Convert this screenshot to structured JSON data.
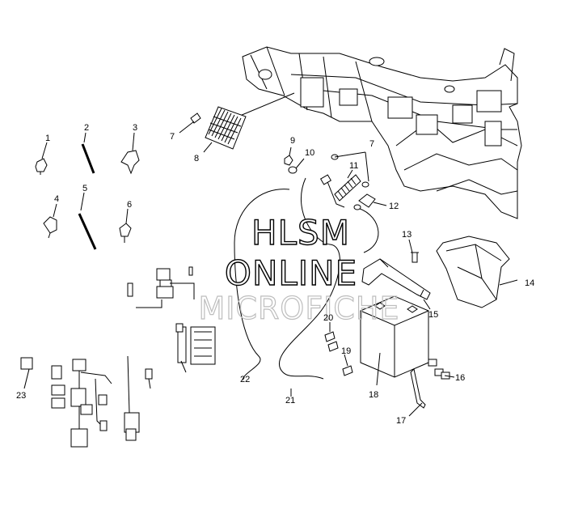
{
  "watermark": {
    "line1": "HLSM",
    "line2": "ONLINE",
    "line3": "MICROFICHE"
  },
  "callouts": [
    {
      "id": "c1",
      "label": "1"
    },
    {
      "id": "c2",
      "label": "2"
    },
    {
      "id": "c3",
      "label": "3"
    },
    {
      "id": "c4",
      "label": "4"
    },
    {
      "id": "c5",
      "label": "5"
    },
    {
      "id": "c6",
      "label": "6"
    },
    {
      "id": "c7a",
      "label": "7"
    },
    {
      "id": "c7b",
      "label": "7"
    },
    {
      "id": "c8",
      "label": "8"
    },
    {
      "id": "c9",
      "label": "9"
    },
    {
      "id": "c10",
      "label": "10"
    },
    {
      "id": "c11",
      "label": "11"
    },
    {
      "id": "c12",
      "label": "12"
    },
    {
      "id": "c13",
      "label": "13"
    },
    {
      "id": "c14",
      "label": "14"
    },
    {
      "id": "c15",
      "label": "15"
    },
    {
      "id": "c16",
      "label": "16"
    },
    {
      "id": "c17",
      "label": "17"
    },
    {
      "id": "c18",
      "label": "18"
    },
    {
      "id": "c19",
      "label": "19"
    },
    {
      "id": "c20",
      "label": "20"
    },
    {
      "id": "c21",
      "label": "21"
    },
    {
      "id": "c22",
      "label": "22"
    },
    {
      "id": "c23",
      "label": "23"
    }
  ]
}
